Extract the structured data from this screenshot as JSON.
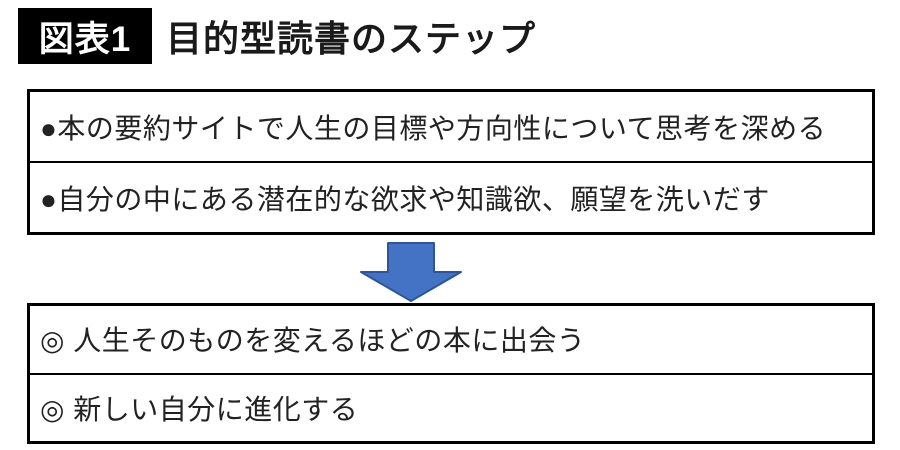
{
  "figure": {
    "badge_label": "図表1",
    "title": "目的型読書のステップ"
  },
  "steps_box": {
    "rows": [
      "●本の要約サイトで人生の目標や方向性について思考を深める",
      "●自分の中にある潜在的な欲求や知識欲、願望を洗いだす"
    ]
  },
  "results_box": {
    "rows": [
      "◎ 人生そのものを変えるほどの本に出会う",
      "◎ 新しい自分に進化する"
    ]
  },
  "arrow": {
    "direction": "down",
    "fill_color": "#4472C4",
    "border_color": "#2E5596"
  },
  "colors": {
    "badge_background": "#000000",
    "badge_text": "#FFFFFF",
    "box_border": "#000000",
    "title_text": "#1A1A1A",
    "body_text": "#222222"
  }
}
